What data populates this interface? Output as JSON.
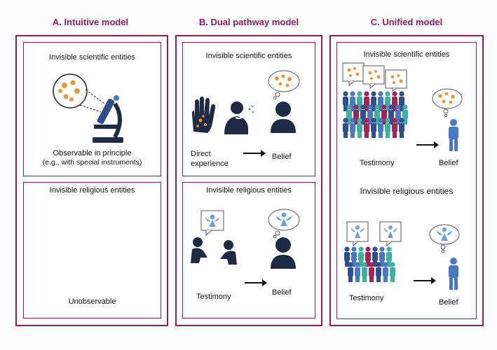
{
  "columns": [
    {
      "title": "A. Intuitive model",
      "science_heading": "Invisible scientific entities",
      "science_caption_1": "Observable in principle",
      "science_caption_2": "(e.g., with special instruments)",
      "religion_heading": "Invisible religious entities",
      "religion_caption": "Unobservable"
    },
    {
      "title": "B. Dual pathway model",
      "science_heading": "Invisible scientific entities",
      "science_source_1": "Direct",
      "science_source_2": "experience",
      "science_target": "Belief",
      "religion_heading": "Invisible religious entities",
      "religion_source": "Testimony",
      "religion_target": "Belief"
    },
    {
      "title": "C. Unified model",
      "science_heading": "Invisible scientific entities",
      "science_source": "Testimony",
      "science_target": "Belief",
      "religion_heading": "Invisible religious entities",
      "religion_source": "Testimony",
      "religion_target": "Belief"
    }
  ],
  "colors": {
    "frame": "#8b1f57",
    "germ": "#e59a3a",
    "person_dark": "#1f2a44",
    "angel": "#6f9fd8",
    "crowd": [
      "#2f4e8c",
      "#a3245a",
      "#3fb0a0",
      "#4a78c0"
    ]
  },
  "icons": [
    "microscope-icon",
    "germ-icon",
    "hand-icon",
    "sneezing-person-icon",
    "person-icon",
    "thought-bubble-icon",
    "angel-icon",
    "speech-bubble-icon",
    "crowd-icon"
  ]
}
